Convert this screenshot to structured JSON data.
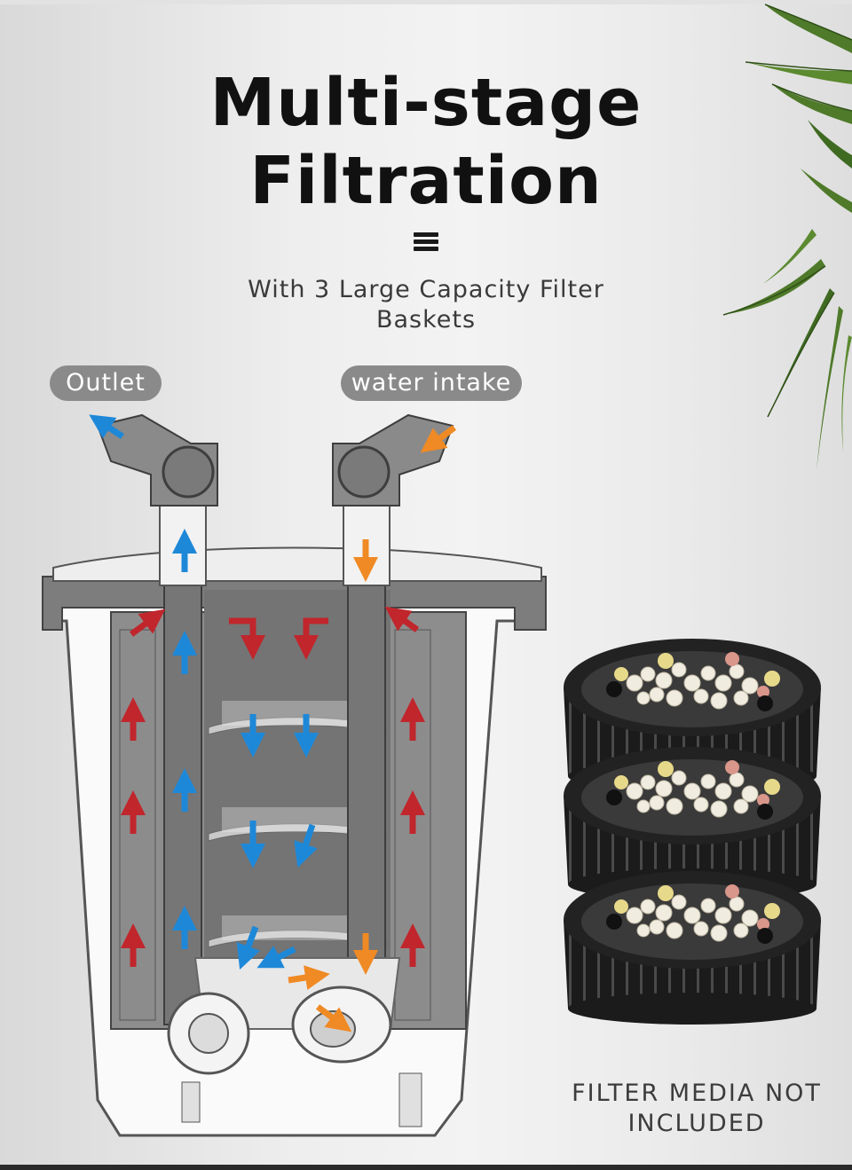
{
  "header": {
    "title_line1": "Multi-stage",
    "title_line2": "Filtration",
    "subtitle_line1": "With 3 Large Capacity Filter",
    "subtitle_line2": "Baskets"
  },
  "labels": {
    "outlet": "Outlet",
    "water_intake": "water intake"
  },
  "footer_note": {
    "line1": "FILTER MEDIA NOT",
    "line2": "INCLUDED"
  },
  "icons": [
    "menu-icon",
    "plant-leaves-illustration",
    "filter-cutaway-illustration",
    "filter-basket-illustration",
    "flow-arrow-icon"
  ],
  "colors": {
    "arrow_blue": "#1e88d8",
    "arrow_red": "#c0262c",
    "arrow_orange": "#f08a24",
    "pill_bg": "#8a8a8a",
    "leaf_green": "#4f7a2a"
  }
}
